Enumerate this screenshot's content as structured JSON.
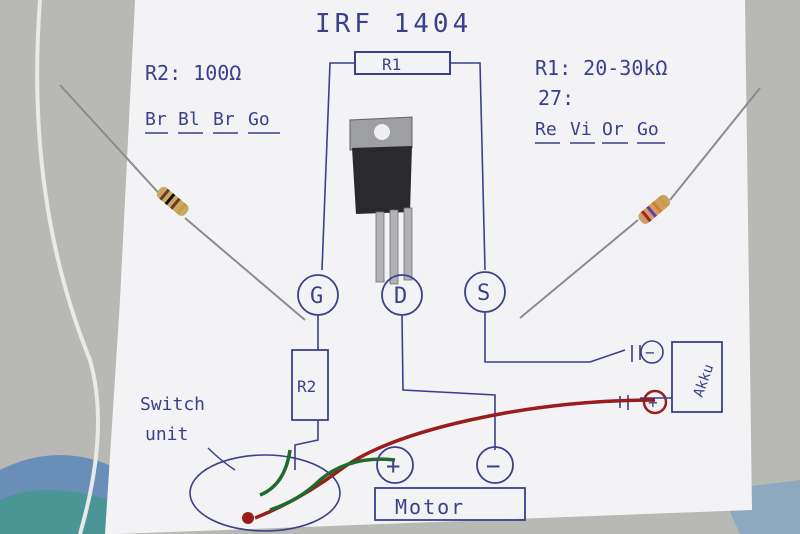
{
  "photo": {
    "title_text": "IRF 1404",
    "r1_box_label": "R1",
    "r2_value": "R2: 100Ω",
    "r2_color_code": [
      "Br",
      "Bl",
      "Br",
      "Go"
    ],
    "r1_value": "R1: 20-30kΩ",
    "r1_note": "27:",
    "r1_color_code": [
      "Re",
      "Vi",
      "Or",
      "Go"
    ],
    "gate_label": "G",
    "drain_label": "D",
    "source_label": "S",
    "r2_box_label": "R2",
    "switch_label_line1": "Switch",
    "switch_label_line2": "unit",
    "motor_label": "Motor",
    "motor_plus": "+",
    "motor_minus": "−",
    "battery_label": "Akku",
    "battery_minus": "−",
    "battery_plus": "+"
  },
  "colors": {
    "paper": "#f4f4f6",
    "ink": "#3b3f8c",
    "wire_red": "#9a1c1c",
    "wire_green": "#1f6a2c",
    "fabric": "#b9bab6"
  }
}
